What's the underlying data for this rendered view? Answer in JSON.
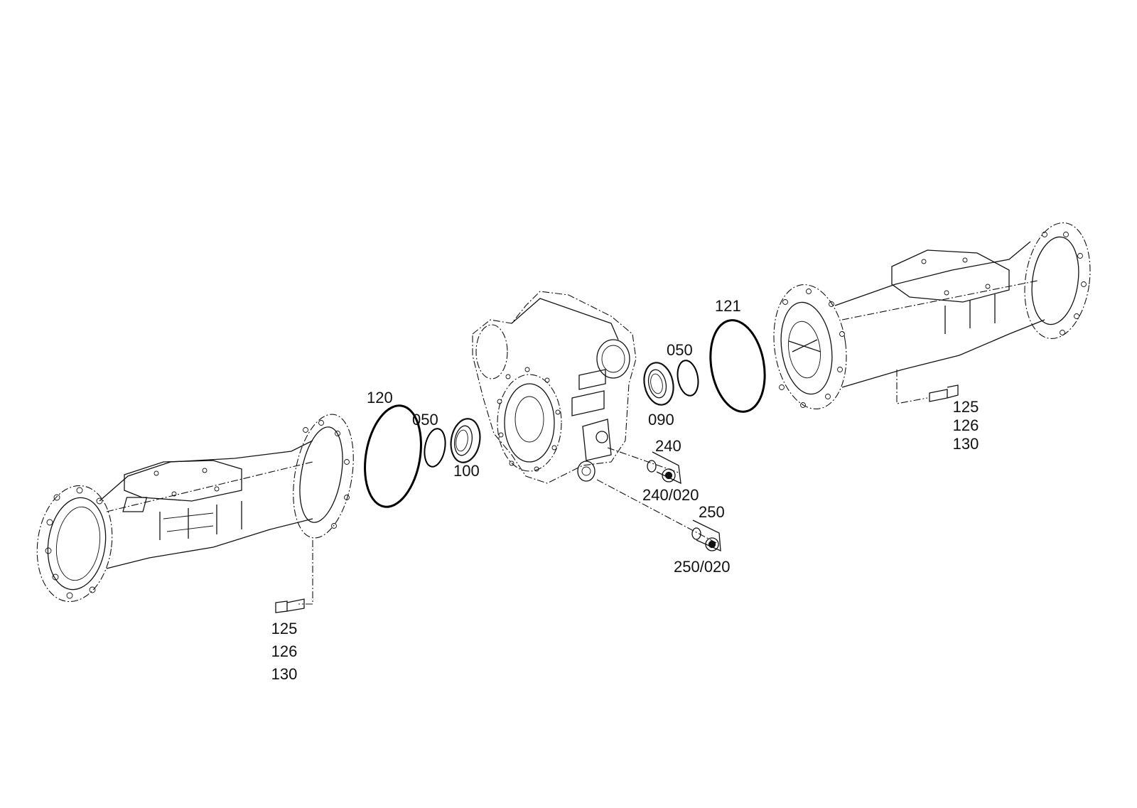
{
  "labels": {
    "oring_left": "120",
    "oring_small_left": "050",
    "seal_left": "100",
    "oring_right": "121",
    "oring_small_right": "050",
    "seal_right": "090",
    "plug_240": "240",
    "plug_240_020": "240/020",
    "plug_250": "250",
    "plug_250_020": "250/020",
    "bolts_left": [
      "125",
      "126",
      "130"
    ],
    "bolts_right": [
      "125",
      "126",
      "130"
    ]
  },
  "colors": {
    "line": "#111111",
    "background": "#ffffff"
  }
}
